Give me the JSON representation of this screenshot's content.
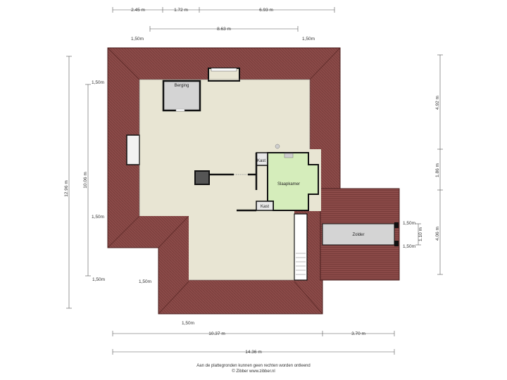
{
  "colors": {
    "roof": "#8b4a48",
    "roof_dark": "#5e2b2a",
    "floor": "#e8e5d3",
    "bedroom": "#d5edbb",
    "storage": "#d4d4d4",
    "wall": "#111111",
    "dim_line": "#555555"
  },
  "dimensions": {
    "top_segment_1": "2.45 m",
    "top_segment_2": "1.72 m",
    "top_segment_3": "6.93 m",
    "top_total": "8.63 m",
    "top_left_margin": "1,50m",
    "top_right_margin": "1,50m",
    "left_total": "12.96 m",
    "left_inner": "10.06 m",
    "left_margin_top": "1,50m",
    "left_margin_mid": "1,50m",
    "left_margin_bottom": "1,50m",
    "inner_margin_bottom": "1,50m",
    "right_segment_1": "4.92 m",
    "right_segment_2": "1.86 m",
    "right_segment_3": "4.06 m",
    "right_small": "1.10 m",
    "zolder_margin_top": "1,50m",
    "zolder_margin_bottom": "1,50m",
    "bottom_margin": "1,50m",
    "bottom_segment_1": "10.37 m",
    "bottom_segment_2": "3.70 m",
    "bottom_total": "14.36 m"
  },
  "rooms": {
    "berging": "Berging",
    "slaapkamer": "Slaapkamer",
    "kast_top": "Kast",
    "kast_bottom": "Kast",
    "zolder": "Zolder"
  },
  "footer": {
    "line1": "Aan de plattegronden kunnen geen rechten worden ontleend",
    "line2": "© Zibber www.zibber.nl"
  }
}
